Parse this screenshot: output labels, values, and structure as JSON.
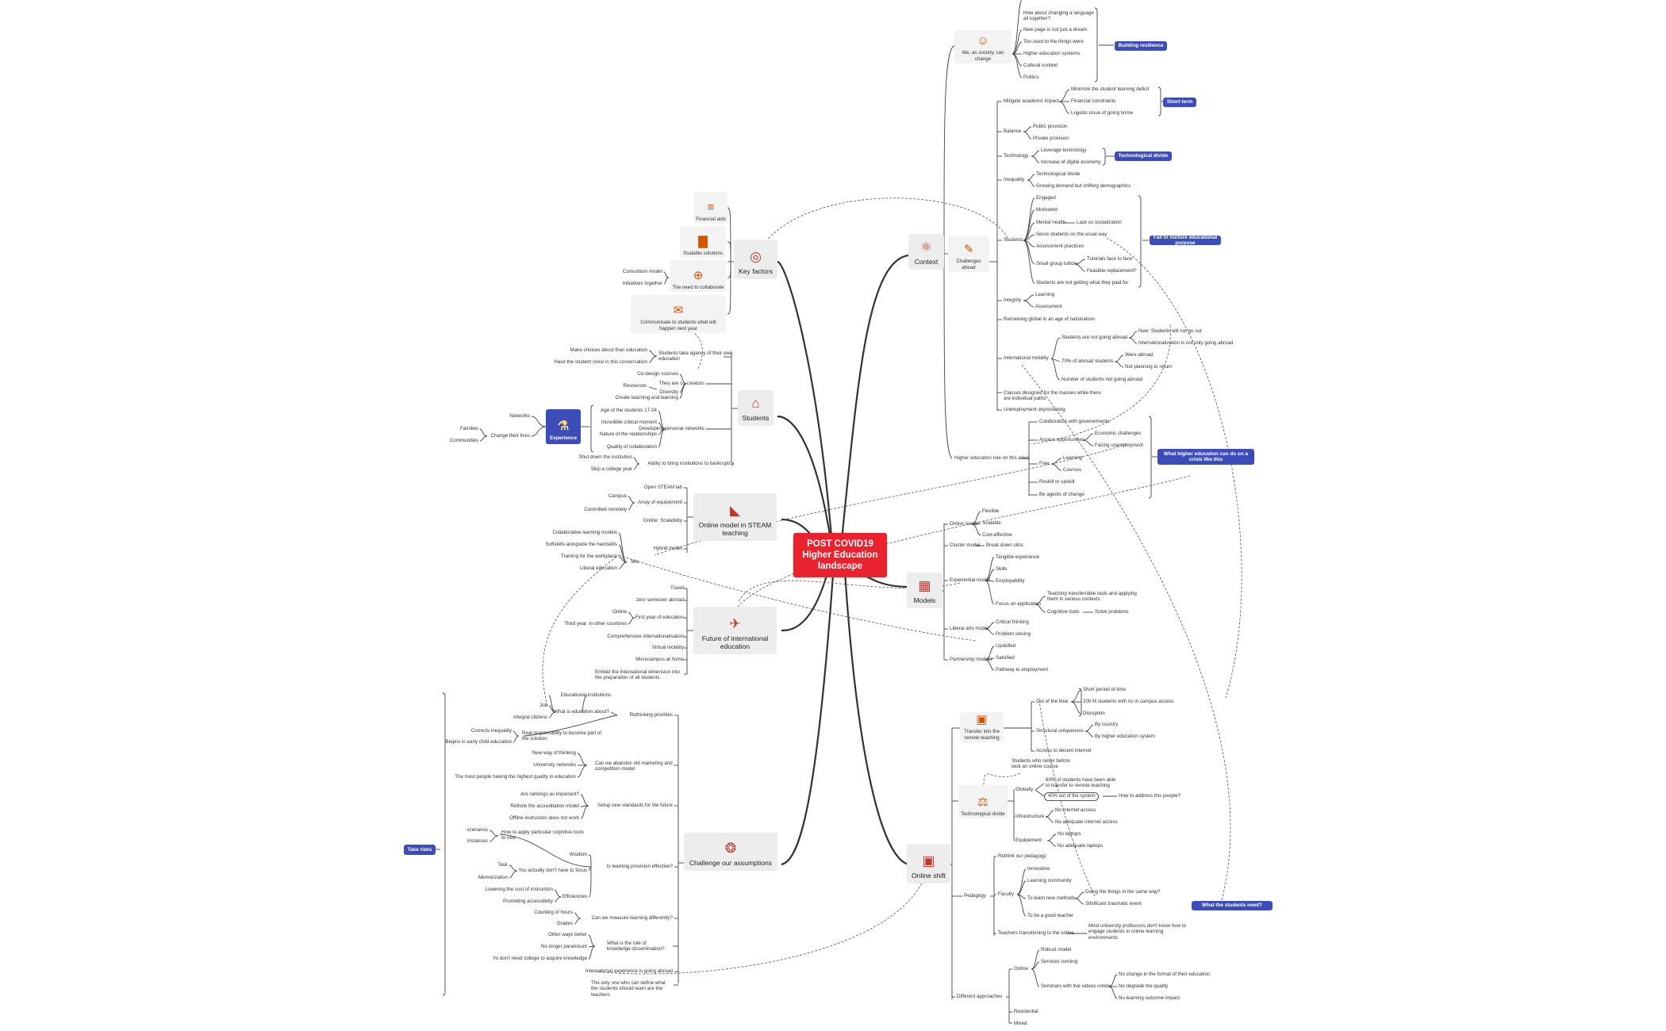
{
  "root": {
    "label": "POST COVID19 Higher Education landscape"
  },
  "main_topics": [
    {
      "id": "context",
      "label": "Context",
      "icon": "atom-icon"
    },
    {
      "id": "key_factors",
      "label": "Key factors",
      "icon": "target-icon"
    },
    {
      "id": "students",
      "label": "Students",
      "icon": "graduation-cap-icon"
    },
    {
      "id": "online_model",
      "label": "Online model in STEAM teaching",
      "icon": "triangle-ruler-icon"
    },
    {
      "id": "models",
      "label": "Models",
      "icon": "blocks-icon"
    },
    {
      "id": "future_intl",
      "label": "Future of international education",
      "icon": "airplane-icon"
    },
    {
      "id": "online_shift",
      "label": "Online shift",
      "icon": "classroom-icon"
    },
    {
      "id": "challenge",
      "label": "Challenge our assumptions",
      "icon": "medal-icon"
    }
  ],
  "tags": {
    "building_resilience": "Building resilience",
    "short_term": "Short term",
    "technological_divide": "Technological divide",
    "fail_purpose": "Fail to nurture educational purpose",
    "what_he_can_do": "What higher education can do on a crisis like this",
    "what_students_need": "What the students need?",
    "take_risks": "Take risks",
    "experience": "Experience"
  },
  "context": {
    "society": {
      "label": "We, as society, can change",
      "items": [
        "How about changing a language all together?",
        "New page is not just a dream",
        "Too used to the things were",
        "Higher education systems",
        "Cultural context",
        "Politics"
      ]
    },
    "challenges_label": "Challenges ahead",
    "mitigate": {
      "label": "Mitigate academic impact",
      "items": [
        "Minimize the student learning deficit",
        "Financial constraints",
        "Logistic issue of going home"
      ]
    },
    "balance": {
      "label": "Balance",
      "items": [
        "Public provision",
        "Private provision"
      ]
    },
    "technology": {
      "label": "Technology",
      "items": [
        "Leverage technology",
        "Increase of digital economy"
      ]
    },
    "inequality": {
      "label": "Inequality",
      "items": [
        "Technological divide",
        "Growing demand but shifting demographics"
      ]
    },
    "students": {
      "label": "Students",
      "items": [
        "Engaged",
        "Motivated",
        "Mental health",
        "Serve students on the usual way",
        "Assessment practices",
        "Small group tuition",
        "Students are not getting what they paid for"
      ],
      "mental_health_child": "Lack os socialization",
      "small_group_children": [
        "Tutorials face to face",
        "Feasible replacement?"
      ]
    },
    "integrity": {
      "label": "Integrity",
      "items": [
        "Learning",
        "Assessment"
      ]
    },
    "remaining_global": "Remaining global in an age of nationalism",
    "intl_mobility": {
      "label": "International mobility",
      "not_going": "Students are not going abroad",
      "not_going_children": [
        "New: Students will not go out",
        "Internationalization is not only going abroad"
      ],
      "seventy": "70% of abroad students",
      "seventy_children": [
        "Were abroad",
        "Not planning to return"
      ],
      "number": "Number of students not going abroad"
    },
    "classes": "Classes designed for the masses while there are individual paths",
    "unemployment": "Unemployment skyrocketing",
    "he_role": {
      "label": "Higher education role on this crisis",
      "collab": "Colaboration with govervements",
      "access": "Access opportunities",
      "access_children": [
        "Economic challenges",
        "Facing unemployment"
      ],
      "free": "Free",
      "free_children": [
        "Learning",
        "Courses"
      ],
      "reskill": "Reskill or upskill",
      "agents": "Be agents of change"
    }
  },
  "key_factors": {
    "financial": "Financial aids",
    "scalable": "Scalable solutions",
    "collaborate": "The need to collaborate",
    "collaborate_children": [
      "Consortium model",
      "Initiatives together"
    ],
    "communicate": "Communicate to students what will happen next year"
  },
  "students_branch": {
    "agency": "Students take agency of their own education",
    "agency_children": [
      "Make choices about their education",
      "Have the student voice in this conversation"
    ],
    "cocreators": "They are co-creators",
    "cocreators_children": [
      "Co-design courses",
      "Diversity",
      "Create teaching and learning"
    ],
    "resources": "Resources",
    "networks": "Developing personal networks",
    "networks_children": [
      "Age of the students 17-24",
      "Incredible critical moment",
      "Nature of the relationships",
      "Quality of collaboration"
    ],
    "experience_children": [
      "Networks",
      "Change their lives"
    ],
    "change_children": [
      "Families",
      "Communities"
    ],
    "bankruptcy": "Ability to bring institutions to bankruptcy",
    "bankruptcy_children": [
      "Shut down the institution",
      "Skip a college year"
    ]
  },
  "online_model": {
    "open_lab": "Open STEAM lab",
    "equipment": "Array of equipement",
    "equipment_children": [
      "Campus",
      "Controlled remotely"
    ],
    "scalability": "Online: Scalability",
    "hybrid": "Hybrid model",
    "hybrid_children": [
      "Collaborative learning models",
      "Softskills alongside the hardskills",
      "Training for the workplace",
      "Liberal education"
    ],
    "mix": "Mix"
  },
  "future_intl": {
    "travel": "Travel",
    "zero": "zero semester abroad",
    "first_year": "First year of education",
    "first_children": [
      "Online",
      "Third year: in other countries"
    ],
    "comprehensive": "Comprehensive internationalisation",
    "virtual": "Virtual mobility",
    "micro": "Microcampus at home",
    "embed": "Embed the international dimension into the preparation of all students"
  },
  "models": {
    "online": "Online model",
    "online_children": [
      "Flexible",
      "Scalable",
      "Cost-effective"
    ],
    "cluster": "Cluster model",
    "cluster_child": "Break down silos",
    "experiential": "Experiential model",
    "exp_children": [
      "Tangible experience",
      "Skills",
      "Employability",
      "Focus on application"
    ],
    "focus_children": [
      "Teaching transferrable tools and applying them in various contexts",
      "Cognitive tools"
    ],
    "cognitive_child": "Solve problems",
    "liberal": "Liberal arts model",
    "liberal_children": [
      "Critical thinking",
      "Problem solving"
    ],
    "partnership": "Partnership models",
    "partnership_children": [
      "Upskilled",
      "Satisfied",
      "Pathway to employment"
    ]
  },
  "online_shift": {
    "transfer": "Transfer into the remote teaching",
    "out_blue": "Out of the blue",
    "out_children": [
      "Short period of time",
      "200 M students with no in campus access",
      "Disruption"
    ],
    "structural": "Structural uniqueness",
    "structural_children": [
      "By country",
      "By higher education system"
    ],
    "decent": "Access to decent internet",
    "tech_divide": "Technological divide",
    "never_online": "Students who never before took an online course",
    "globally": "Globally",
    "globally_children": [
      "60% of students have been able to transfer to remote teaching",
      "40% out of the system"
    ],
    "address": "How to address this people?",
    "infra": "Infrastructure",
    "infra_children": [
      "No internet access",
      "No adequate internet access"
    ],
    "equip": "Equipement",
    "equip_children": [
      "No laptops",
      "No adequate laptops"
    ],
    "pedagogy": "Pedagogy",
    "rethink_ped": "Rethink our pedagogy",
    "faculty": "Faculty",
    "faculty_children": [
      "Innovative",
      "Learning community",
      "To learn new methods",
      "To be a good teacher"
    ],
    "methods_children": [
      "Doing the things in the same way?",
      "Sifnificant traumatic event"
    ],
    "teachers": "Teachers transitioning to the online",
    "teachers_child": "Most university professors don't know how to engage students in online learning environments",
    "approaches": "Different approaches",
    "online": "Online",
    "online_children": [
      "Robust model",
      "Services running",
      "Seminars with live videos online"
    ],
    "seminar_children": [
      "No change in the format of their education",
      "No degrade the quality",
      "No learning outcome impact"
    ],
    "residential": "Residential",
    "mixed": "Mixed"
  },
  "challenge": {
    "rethinking": "Rethinking priorities",
    "what_is": "What is education about?",
    "what_children": [
      "Educational institutions",
      "Job",
      "Integral citizens"
    ],
    "real_resp": "Real responsibility to become part of the solution",
    "real_children": [
      "Corrects inequality",
      "Begins in early child education"
    ],
    "abandon": "Can we abandon old marketing and competition model",
    "abandon_children": [
      "New way of thinking",
      "University networks",
      "The most people having the highest quality in education"
    ],
    "standards": "Setup new standards for the future",
    "standards_children": [
      "Are rankings as important?",
      "Rethink the accreditation model",
      "Offline instruction does not work"
    ],
    "effective": "Is learning provision effective?",
    "cognitive": "How to apply particular cognitive tools to new",
    "cognitive_children": [
      "scenarios",
      "instances"
    ],
    "wisdom": "Wisdom",
    "focus": "You actually don't have to focus",
    "focus_children": [
      "Task",
      "Memorization"
    ],
    "efficiencies": "Efficiencies",
    "eff_children": [
      "Lowering the cost of instruction",
      "Promoting accessibility"
    ],
    "measure": "Can we measure learning differently?",
    "measure_children": [
      "Counting of hours",
      "Grades"
    ],
    "role": "What is the role of knowledge dissemination?",
    "role_children": [
      "Other ways better",
      "No longer paramount",
      "Yo don't need college to acquire knowledge"
    ],
    "intl_abroad": "International experience is going abroad",
    "only_one": "The only one who can define what the students should learn are the teachers"
  }
}
